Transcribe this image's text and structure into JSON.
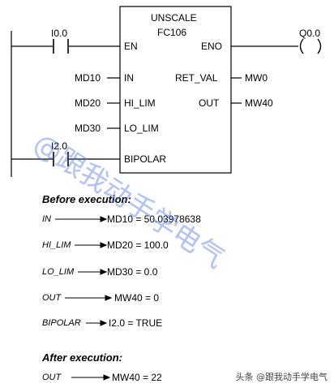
{
  "block": {
    "name": "UNSCALE",
    "id": "FC106",
    "pins": {
      "en": "EN",
      "eno": "ENO",
      "in": "IN",
      "ret_val": "RET_VAL",
      "hi_lim": "HI_LIM",
      "out": "OUT",
      "lo_lim": "LO_LIM",
      "bipolar": "BIPOLAR"
    }
  },
  "contacts": {
    "i00": "I0.0",
    "i20": "I2.0"
  },
  "coil": {
    "q00": "Q0.0"
  },
  "operands": {
    "md10": "MD10",
    "md20": "MD20",
    "md30": "MD30",
    "mw0": "MW0",
    "mw40": "MW40"
  },
  "before": {
    "heading": "Before execution:",
    "rows": [
      {
        "label": "IN",
        "value": "MD10 = 50.03978638"
      },
      {
        "label": "HI_LIM",
        "value": "MD20  = 100.0"
      },
      {
        "label": "LO_LIM",
        "value": "MD30  = 0.0"
      },
      {
        "label": "OUT",
        "value": "MW40  = 0"
      },
      {
        "label": "BIPOLAR",
        "value": "I2.0     = TRUE"
      }
    ]
  },
  "after": {
    "heading": "After execution:",
    "rows": [
      {
        "label": "OUT",
        "value": "MW40 = 22"
      }
    ]
  },
  "watermark": "@跟我动手学电气",
  "footer": "头条 @跟我动手学电气"
}
